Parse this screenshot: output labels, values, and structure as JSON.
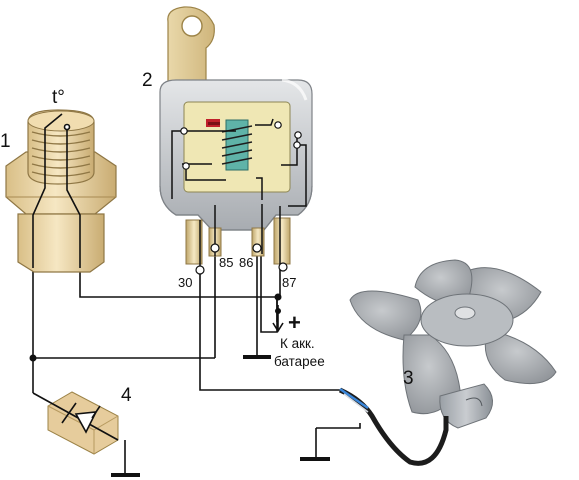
{
  "labels": {
    "temp_symbol": "t°",
    "sensor_number": "1",
    "relay_number": "2",
    "fan_number": "3",
    "diode_number": "4",
    "pin_30": "30",
    "pin_85": "85",
    "pin_86": "86",
    "pin_87": "87",
    "plus_sign": "+",
    "battery_line1": "К акк.",
    "battery_line2": "батарее"
  },
  "colors": {
    "background": "#ffffff",
    "wire": "#111111",
    "relay_body": "#c9cbce",
    "relay_shadow": "#9fa3a8",
    "relay_board": "#efe7b4",
    "relay_coil": "#5fb3a8",
    "relay_red_contact": "#c0202a",
    "sensor_brass": "#e8d3a3",
    "fan_gray": "#a7abb0",
    "diode_block": "#e6cc9c",
    "cable_blue": "#3a86d9"
  },
  "icons": {
    "thermo_switch": "temperature-switch-icon",
    "relay": "relay-icon",
    "fan": "electric-fan-icon",
    "diode": "diode-icon",
    "ground": "ground-icon"
  }
}
